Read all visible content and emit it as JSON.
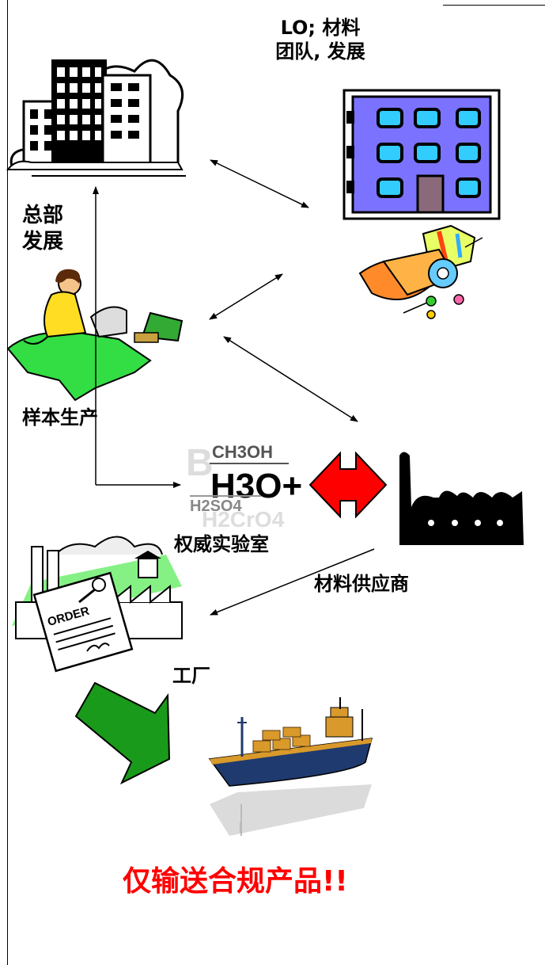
{
  "labels": {
    "lo_materials_line1": "LO; 材料",
    "lo_materials_line2": "团队, 发展",
    "hq_line1": "总部",
    "hq_line2": "发展",
    "sample_production": "样本生产",
    "authority_lab": "权威实验室",
    "material_supplier": "材料供应商",
    "factory": "工厂",
    "footer": "仅输送合规产品!!"
  },
  "lab_logo": {
    "top": "CH3OH",
    "middle": "H3O+",
    "bottom": "H2SO4",
    "background": "H2CrO4"
  },
  "order_sign": "ORDER",
  "colors": {
    "footer_text": "#ff0000",
    "double_arrow": "#ff0000",
    "green_arrow": "#1a9a1a",
    "lo_building": "#7b73ff",
    "lo_windows": "#33ccff",
    "ship_hull": "#1f3a6e",
    "ship_cargo": "#d99a2b"
  }
}
